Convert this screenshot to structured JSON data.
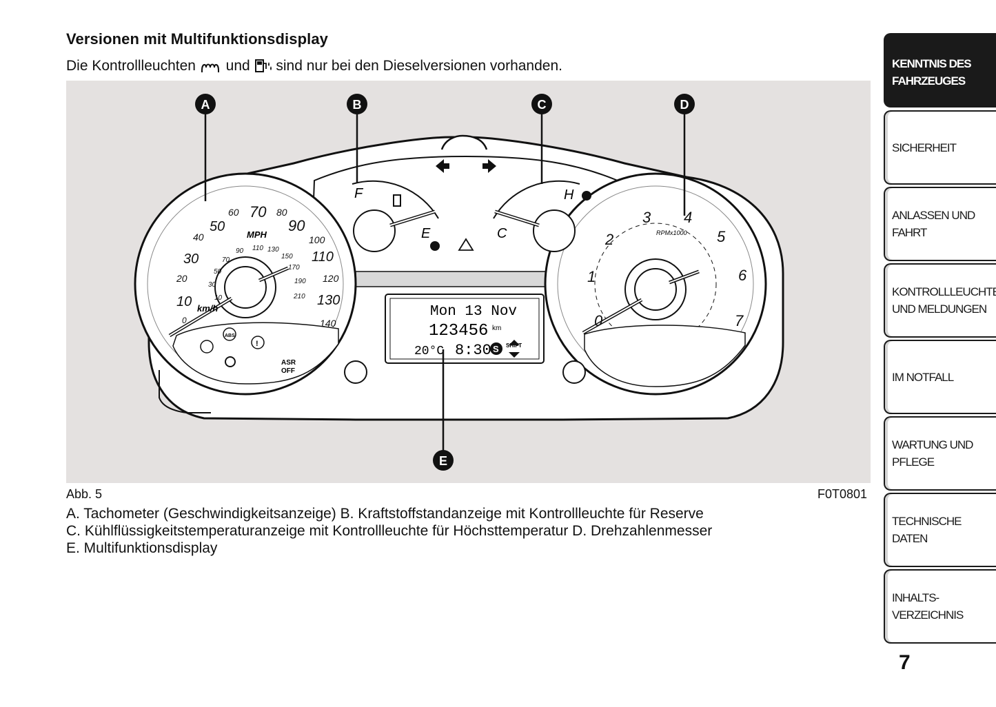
{
  "heading": "Versionen mit Multifunktionsdisplay",
  "intro": {
    "before": "Die Kontrollleuchten",
    "middle": "und",
    "after": "sind nur bei den Dieselversionen vorhanden.",
    "icon1": "glow-plug-icon",
    "icon2": "water-in-fuel-icon"
  },
  "figure": {
    "callouts": [
      "A",
      "B",
      "C",
      "D",
      "E"
    ],
    "speedometer": {
      "kmh_ticks": [
        "0",
        "10",
        "20",
        "30",
        "40",
        "50",
        "60",
        "70",
        "80",
        "90",
        "100",
        "110",
        "120",
        "130",
        "140"
      ],
      "mph_ticks": [
        "10",
        "30",
        "50",
        "70",
        "90",
        "110",
        "130",
        "150",
        "170",
        "190",
        "210"
      ],
      "mph_label": "MPH",
      "kmh_label": "km/h"
    },
    "fuel": {
      "full": "F",
      "empty": "E"
    },
    "temp": {
      "cold": "C",
      "hot": "H"
    },
    "tachometer": {
      "ticks": [
        "0",
        "1",
        "2",
        "3",
        "4",
        "5",
        "6",
        "7"
      ],
      "label": "RPMx1000"
    },
    "display": {
      "date": "Mon 13 Nov",
      "odometer": "123456",
      "odo_unit": "km",
      "temperature": "20°C",
      "time": "8:30",
      "shift": "SHIFT",
      "start_stop": "S"
    },
    "asr_label": [
      "ASR",
      "OFF"
    ],
    "abs_label": "ABS"
  },
  "fig_label": "Abb. 5",
  "fig_code": "F0T0801",
  "caption": [
    "A. Tachometer (Geschwindigkeitsanzeige) B. Kraftstoffstandanzeige mit Kontrollleuchte für Reserve",
    "C. Kühlflüssigkeitstemperaturanzeige mit Kontrollleuchte für Höchsttemperatur D. Drehzahlenmesser",
    "E. Multifunktionsdisplay"
  ],
  "tabs": [
    "KENNTNIS DES\nFAHRZEUGES",
    "SICHERHEIT",
    "ANLASSEN UND\nFAHRT",
    "KONTROLLLEUCHTEN\nUND MELDUNGEN",
    "IM NOTFALL",
    "WARTUNG UND\nPFLEGE",
    "TECHNISCHE DATEN",
    "INHALTS-\nVERZEICHNIS"
  ],
  "page_number": "7"
}
